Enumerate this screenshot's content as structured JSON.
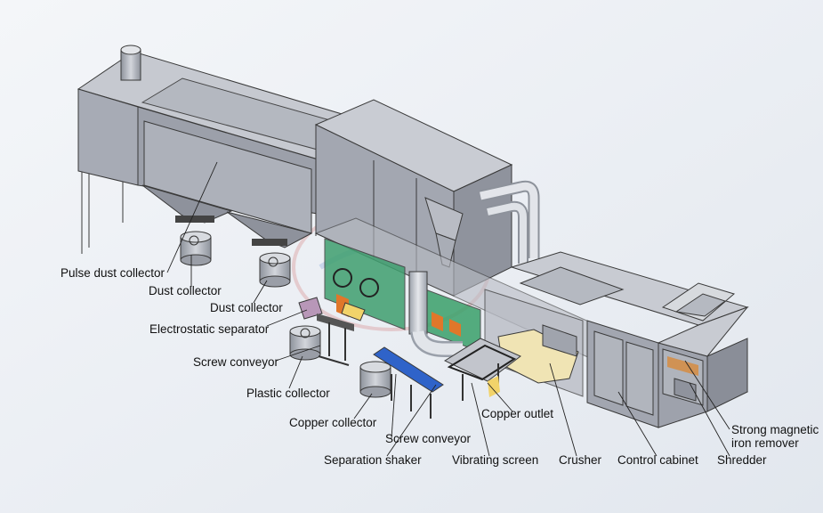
{
  "labels": {
    "pulse_dust_collector": "Pulse dust collector",
    "dust_collector_1": "Dust collector",
    "dust_collector_2": "Dust collector",
    "electrostatic_separator": "Electrostatic separator",
    "screw_conveyor_1": "Screw conveyor",
    "plastic_collector": "Plastic collector",
    "copper_collector": "Copper collector",
    "screw_conveyor_2": "Screw conveyor",
    "separation_shaker": "Separation shaker",
    "vibrating_screen": "Vibrating screen",
    "copper_outlet": "Copper outlet",
    "crusher": "Crusher",
    "control_cabinet": "Control cabinet",
    "shredder": "Shredder",
    "magnetic_line1": "Strong magnetic",
    "magnetic_line2": "iron remover"
  },
  "colors": {
    "background": "#eef2f6",
    "steel": "#a9adb7",
    "steel_dark": "#8f939d",
    "steel_light": "#c4c7cf",
    "conveyor_blue": "#2f63c9",
    "panel_green": "#2f9a63",
    "accent_orange": "#e0772a"
  }
}
